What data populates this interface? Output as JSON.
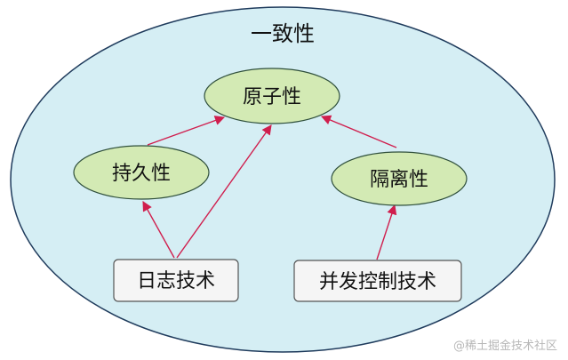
{
  "diagram": {
    "title": "一致性",
    "nodes": {
      "atomicity": "原子性",
      "durability": "持久性",
      "isolation": "隔离性",
      "logging": "日志技术",
      "concurrency": "并发控制技术"
    },
    "edges": [
      {
        "from": "durability",
        "to": "atomicity"
      },
      {
        "from": "isolation",
        "to": "atomicity"
      },
      {
        "from": "logging",
        "to": "durability"
      },
      {
        "from": "logging",
        "to": "atomicity"
      },
      {
        "from": "concurrency",
        "to": "isolation"
      }
    ]
  },
  "watermark": "@稀土掘金技术社区",
  "colors": {
    "container_fill": "#d5eef4",
    "container_stroke": "#1f3b5c",
    "node_fill": "#d3eab4",
    "node_stroke": "#2f4f3b",
    "box_fill": "#f5f5f5",
    "box_stroke": "#555555",
    "arrow": "#d01e4d"
  }
}
